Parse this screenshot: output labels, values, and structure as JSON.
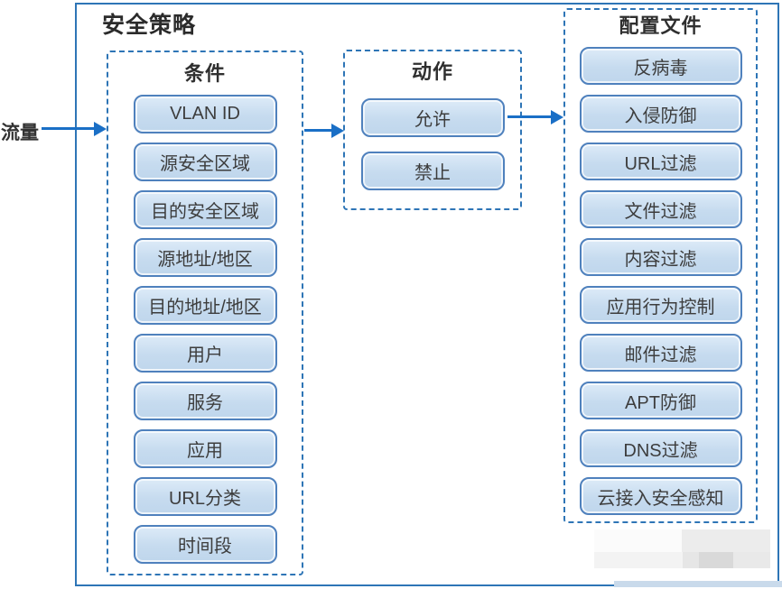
{
  "diagram": {
    "traffic_label": "流量",
    "policy_title": "安全策略",
    "conditions": {
      "title": "条件",
      "items": [
        "VLAN ID",
        "源安全区域",
        "目的安全区域",
        "源地址/地区",
        "目的地址/地区",
        "用户",
        "服务",
        "应用",
        "URL分类",
        "时间段"
      ]
    },
    "actions": {
      "title": "动作",
      "items": [
        "允许",
        "禁止"
      ]
    },
    "profiles": {
      "title": "配置文件",
      "items": [
        "反病毒",
        "入侵防御",
        "URL过滤",
        "文件过滤",
        "内容过滤",
        "应用行为控制",
        "邮件过滤",
        "APT防御",
        "DNS过滤",
        "云接入安全感知"
      ]
    }
  },
  "theme": {
    "outer_border": "#2e75b6",
    "dashed_border": "#2e75b6",
    "arrow": "#1a6fc6",
    "node_border": "#4f81bd",
    "node_fill": "#c6dbef",
    "node_text": "#3d3d3d",
    "title_text": "#2b2b2b"
  }
}
